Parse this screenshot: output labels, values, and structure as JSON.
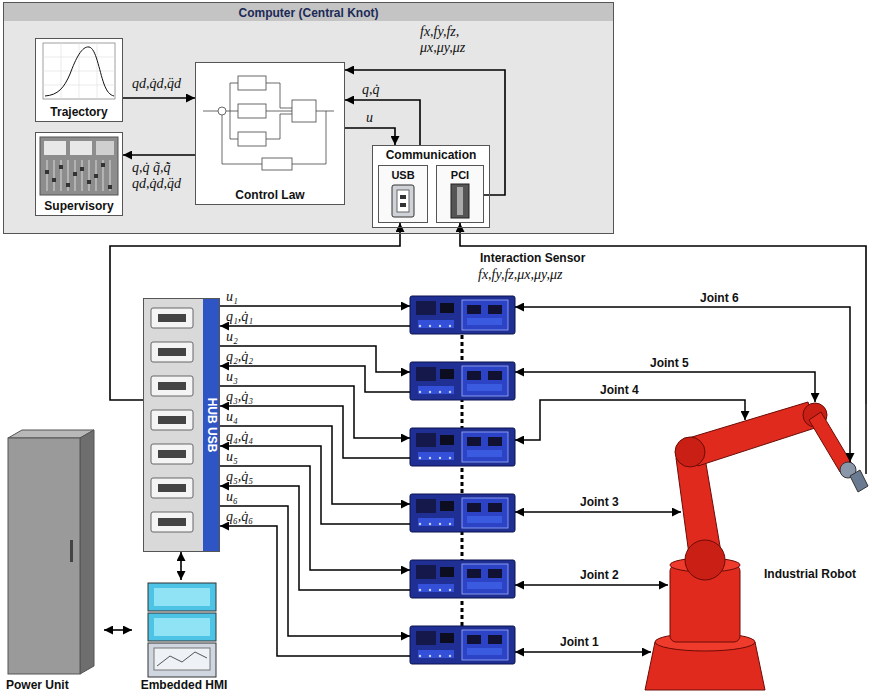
{
  "diagram": {
    "nodes": [
      {
        "text": [
          "Computer (Central Knot)"
        ]
      },
      {
        "text": [
          "Trajectory"
        ],
        "in": 0
      },
      {
        "text": [
          "Supervisory"
        ],
        "in": 0
      },
      {
        "text": [
          "Control Law"
        ],
        "in": 0
      },
      {
        "text": [
          "Communication"
        ],
        "in": 0
      },
      {
        "text": [
          "USB"
        ],
        "in": 4
      },
      {
        "text": [
          "PCI"
        ],
        "in": 4
      },
      {
        "text": [
          "HUB USB"
        ]
      },
      {
        "text": [
          "Power Unit"
        ]
      },
      {
        "text": [
          "Embedded HMI"
        ]
      },
      {
        "text": [
          "Industrial Robot"
        ]
      }
    ],
    "edges": [
      {
        "from": 1,
        "to": 3,
        "arrow": "to",
        "label": "qd,q̇d,q̈d"
      },
      {
        "from": 3,
        "to": 2,
        "arrow": "to",
        "label": "q,q̇ q̃,q̃̇ qd,q̇d,q̈d"
      },
      {
        "from": 6,
        "to": 3,
        "arrow": "to",
        "label": "fx,fy,fz, μx,μy,μz"
      },
      {
        "from": 4,
        "to": 3,
        "arrow": "to",
        "label": "q,q̇"
      },
      {
        "from": 3,
        "to": 4,
        "arrow": "to",
        "label": "u"
      },
      {
        "from": 10,
        "to": 6,
        "arrow": "to",
        "label": "Interaction Sensor"
      },
      {
        "from": 7,
        "to": 5,
        "arrow": "to"
      },
      {
        "from": 7,
        "to": 9,
        "arrow": "both"
      },
      {
        "from": 9,
        "to": 8,
        "arrow": "both"
      }
    ],
    "labels": [
      "fx,fy,fz,μx,μy,μz",
      "Joint 6",
      "Joint 5",
      "Joint 4",
      "Joint 3",
      "Joint 2",
      "Joint 1",
      "u₁",
      "q₁,q̇₁",
      "u₂",
      "q₂,q̇₂",
      "u₃",
      "q₃,q̇₃",
      "u₄",
      "q₄,q̇₄",
      "u₅",
      "q₅,q̇₅",
      "u₆",
      "q₆,q̇₆"
    ]
  }
}
